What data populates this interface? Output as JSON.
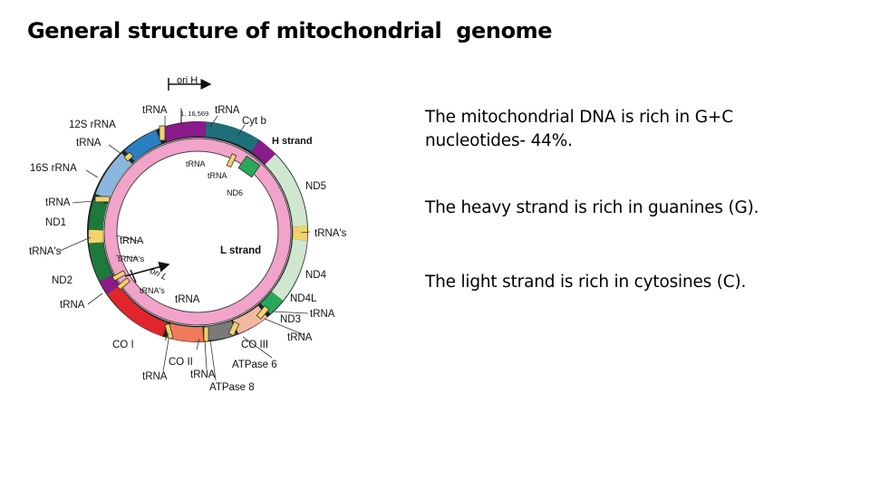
{
  "title": "General structure of mitochondrial  genome",
  "notes": [
    "The mitochondrial DNA is rich in G+C nucleotides-  44%.",
    "The heavy strand is rich in guanines (G).",
    "The light strand is rich in cytosines (C)."
  ],
  "diagram": {
    "ori_h": "ori H",
    "ori_l": "ori L",
    "coordinate": "1, 16,569",
    "h_strand": "H strand",
    "l_strand": "L strand",
    "labels": {
      "trna_top_left": "tRNA",
      "trna_top_right": "tRNA",
      "cytb": "Cyt b",
      "rrna12s": "12S rRNA",
      "trna_left1": "tRNA",
      "rrna16s": "16S rRNA",
      "trna_left2": "tRNA",
      "nd1": "ND1",
      "trnas_left": "tRNA's",
      "nd2": "ND2",
      "trna_left3": "tRNA",
      "co1": "CO I",
      "co2": "CO II",
      "trna_bottom1": "tRNA",
      "trna_bottom2": "tRNA",
      "atpase8": "ATPase 8",
      "atpase6": "ATPase 6",
      "co3": "CO III",
      "trna_right1": "tRNA",
      "nd3": "ND3",
      "trna_right2": "tRNA",
      "nd4l": "ND4L",
      "nd4": "ND4",
      "trnas_right": "tRNA's",
      "nd5": "ND5",
      "inner_trna1": "tRNA",
      "inner_trna2": "tRNA",
      "nd6": "ND6",
      "inner_trna3": "tRNA",
      "inner_trnas1": "tRNA's",
      "inner_trnas2": "tRNA's",
      "inner_trna4": "tRNA"
    },
    "colors": {
      "purple": "#8b1a8a",
      "blue": "#2a7fc1",
      "light_blue": "#8ab7de",
      "dark_green": "#1d7a3a",
      "red": "#e0262b",
      "salmon": "#f07a5a",
      "gray": "#7a7a7a",
      "peach": "#f3b8a2",
      "pale_green": "#cfe6cf",
      "teal": "#1f6f7a",
      "green": "#27a85a",
      "pink": "#f2a3c9",
      "yellow": "#f2d36a"
    }
  }
}
